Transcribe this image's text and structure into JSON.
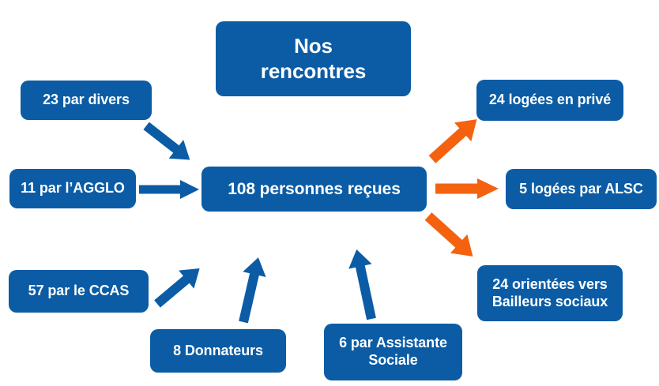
{
  "diagram": {
    "title_box": {
      "label": "Nos\nrencontres",
      "line1": "Nos",
      "line2": "rencontres"
    },
    "center": {
      "label": "108 personnes reçues",
      "count": 108
    },
    "colors": {
      "box_blue": "#0B5CA5",
      "arrow_blue": "#0B5CA5",
      "arrow_orange": "#F4620F",
      "text_white": "#FFFFFF",
      "background": "#FFFFFF"
    },
    "inputs": [
      {
        "label": "23 par divers",
        "value": 23,
        "source": "divers",
        "arrow": "arrow-down-right-blue"
      },
      {
        "label": "11 par l’AGGLO",
        "value": 11,
        "source": "l’AGGLO",
        "arrow": "arrow-right-blue"
      },
      {
        "label": "57 par le CCAS",
        "value": 57,
        "source": "CCAS",
        "arrow": "arrow-up-right-blue"
      },
      {
        "label": "8 Donnateurs",
        "value": 8,
        "source": "Donnateurs",
        "arrow": "arrow-up-blue"
      },
      {
        "label": "6 par Assistante Sociale",
        "line1": "6 par Assistante",
        "line2": "Sociale",
        "value": 6,
        "source": "Assistante Sociale",
        "arrow": "arrow-up-left-blue"
      }
    ],
    "outputs": [
      {
        "label": "24 logées en privé",
        "value": 24,
        "destination": "privé",
        "arrow": "arrow-up-right-orange"
      },
      {
        "label": "5 logées par ALSC",
        "value": 5,
        "destination": "ALSC",
        "arrow": "arrow-right-orange"
      },
      {
        "label": "24 orientées vers Bailleurs sociaux",
        "line1": "24 orientées vers",
        "line2": "Bailleurs sociaux",
        "value": 24,
        "destination": "Bailleurs sociaux",
        "arrow": "arrow-down-right-orange"
      }
    ]
  }
}
